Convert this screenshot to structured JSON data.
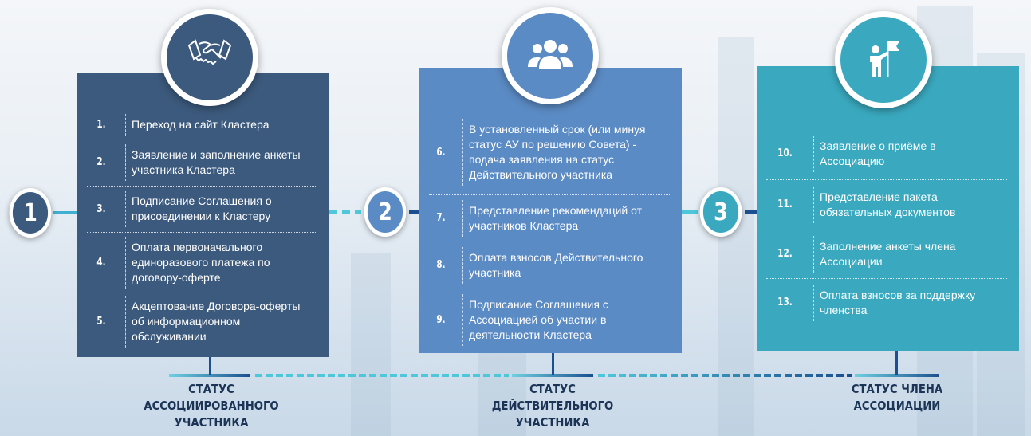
{
  "colors": {
    "stage1": "#3c5a7d",
    "stage2": "#5b8bc4",
    "stage3": "#3aa9bf",
    "status_text": "#1c3556"
  },
  "stages": [
    {
      "number": "1",
      "icon": "handshake-icon",
      "status": "СТАТУС\nАССОЦИИРОВАННОГО\nУЧАСТНИКА",
      "steps": [
        {
          "n": "1.",
          "text": "Переход на сайт Кластера"
        },
        {
          "n": "2.",
          "text": "Заявление и заполнение анкеты участника Кластера"
        },
        {
          "n": "3.",
          "text": "Подписание Соглашения о присоединении к Кластеру"
        },
        {
          "n": "4.",
          "text": "Оплата первоначального единоразового платежа по договору-оферте"
        },
        {
          "n": "5.",
          "text": "Акцептование Договора-оферты об информационном обслуживании"
        }
      ]
    },
    {
      "number": "2",
      "icon": "group-icon",
      "status": "СТАТУС\nДЕЙСТВИТЕЛЬНОГО\nУЧАСТНИКА",
      "steps": [
        {
          "n": "6.",
          "text": "В установленный срок (или минуя статус АУ по решению Совета) - подача заявления на статус Действительного участника"
        },
        {
          "n": "7.",
          "text": "Представление рекомендаций от участников Кластера"
        },
        {
          "n": "8.",
          "text": "Оплата взносов Действительного участника"
        },
        {
          "n": "9.",
          "text": "Подписание Соглашения с Ассоциацией об участии в деятельности Кластера"
        }
      ]
    },
    {
      "number": "3",
      "icon": "person-flag-icon",
      "status": "СТАТУС ЧЛЕНА\nАССОЦИАЦИИ",
      "steps": [
        {
          "n": "10.",
          "text": "Заявление о приёме в Ассоциацию"
        },
        {
          "n": "11.",
          "text": "Представление пакета обязательных документов"
        },
        {
          "n": "12.",
          "text": "Заполнение анкеты члена Ассоциации"
        },
        {
          "n": "13.",
          "text": "Оплата взносов за поддержку членства"
        }
      ]
    }
  ]
}
